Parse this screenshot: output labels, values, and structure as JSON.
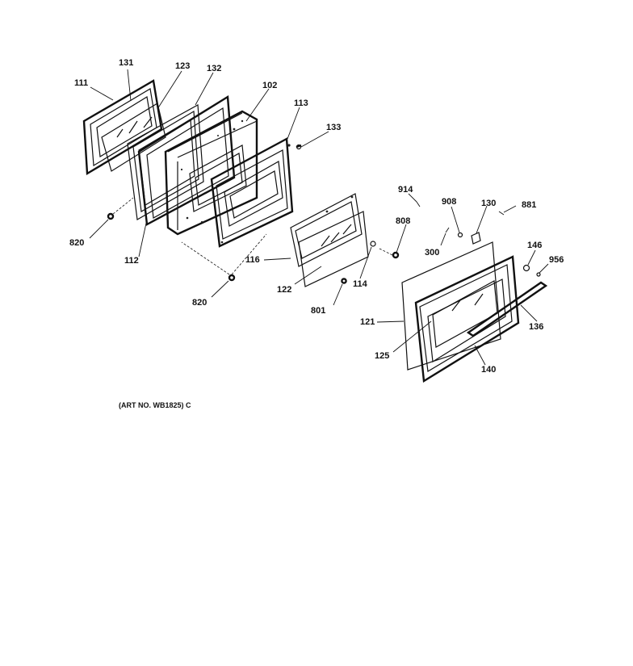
{
  "diagram": {
    "caption": "(ART NO. WB1825) C",
    "callouts": [
      {
        "id": "c111",
        "text": "111"
      },
      {
        "id": "c131",
        "text": "131"
      },
      {
        "id": "c123",
        "text": "123"
      },
      {
        "id": "c132",
        "text": "132"
      },
      {
        "id": "c102",
        "text": "102"
      },
      {
        "id": "c113",
        "text": "113"
      },
      {
        "id": "c133",
        "text": "133"
      },
      {
        "id": "c820a",
        "text": "820"
      },
      {
        "id": "c112",
        "text": "112"
      },
      {
        "id": "c116",
        "text": "116"
      },
      {
        "id": "c820b",
        "text": "820"
      },
      {
        "id": "c122",
        "text": "122"
      },
      {
        "id": "c801",
        "text": "801"
      },
      {
        "id": "c114",
        "text": "114"
      },
      {
        "id": "c914",
        "text": "914"
      },
      {
        "id": "c908",
        "text": "908"
      },
      {
        "id": "c130",
        "text": "130"
      },
      {
        "id": "c881",
        "text": "881"
      },
      {
        "id": "c808",
        "text": "808"
      },
      {
        "id": "c300",
        "text": "300"
      },
      {
        "id": "c146",
        "text": "146"
      },
      {
        "id": "c956",
        "text": "956"
      },
      {
        "id": "c121",
        "text": "121"
      },
      {
        "id": "c136",
        "text": "136"
      },
      {
        "id": "c125",
        "text": "125"
      },
      {
        "id": "c140",
        "text": "140"
      }
    ]
  }
}
